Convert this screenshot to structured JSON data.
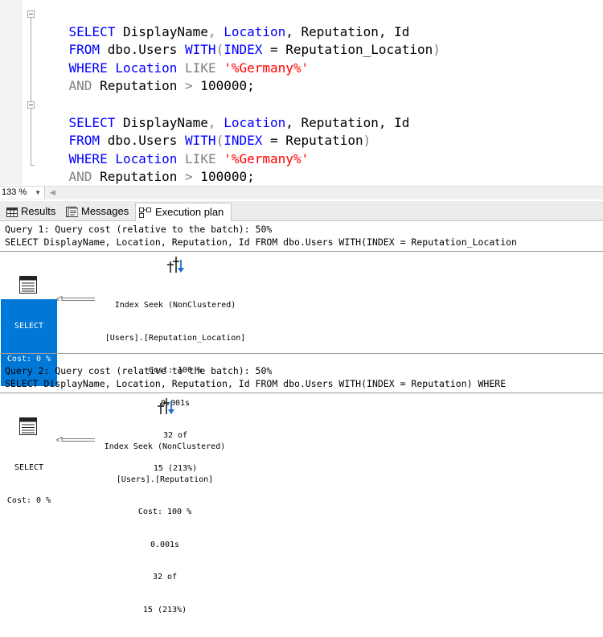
{
  "editor": {
    "query1": {
      "line1": [
        "SELECT",
        " DisplayName",
        ", ",
        "Location",
        ", Reputation, Id"
      ],
      "line2": [
        "FROM",
        " dbo.Users ",
        "WITH",
        "(",
        "INDEX",
        " = Reputation_Location",
        ")"
      ],
      "line3": [
        "WHERE",
        " ",
        "Location",
        " ",
        "LIKE",
        " ",
        "'%Germany%'"
      ],
      "line4": [
        "AND",
        " Reputation ",
        ">",
        " 100000;"
      ]
    },
    "query2": {
      "line1": [
        "SELECT",
        " DisplayName",
        ", ",
        "Location",
        ", Reputation, Id"
      ],
      "line2": [
        "FROM",
        " dbo.Users ",
        "WITH",
        "(",
        "INDEX",
        " = Reputation",
        ")"
      ],
      "line3": [
        "WHERE",
        " ",
        "Location",
        " ",
        "LIKE",
        " ",
        "'%Germany%'"
      ],
      "line4": [
        "AND",
        " Reputation ",
        ">",
        " 100000;"
      ]
    }
  },
  "zoom": {
    "level": "133 %"
  },
  "tabs": [
    {
      "label": "Results",
      "icon": "grid-icon"
    },
    {
      "label": "Messages",
      "icon": "messages-icon"
    },
    {
      "label": "Execution plan",
      "icon": "execution-plan-icon",
      "active": true
    }
  ],
  "plans": [
    {
      "cost_line": "Query 1: Query cost (relative to the batch): 50%",
      "sql_line": "SELECT DisplayName, Location, Reputation, Id FROM dbo.Users WITH(INDEX = Reputation_Location",
      "select_node": {
        "title": "SELECT",
        "cost": "Cost: 0 %",
        "selected": true
      },
      "seek_node": {
        "title": "Index Seek (NonClustered)",
        "object": "[Users].[Reputation_Location]",
        "cost": "Cost: 100 %",
        "time": "0.001s",
        "rows_actual": "32 of",
        "rows_estimated": "15 (213%)"
      }
    },
    {
      "cost_line": "Query 2: Query cost (relative to the batch): 50%",
      "sql_line": "SELECT DisplayName, Location, Reputation, Id FROM dbo.Users WITH(INDEX = Reputation) WHERE",
      "select_node": {
        "title": "SELECT",
        "cost": "Cost: 0 %",
        "selected": false
      },
      "seek_node": {
        "title": "Index Seek (NonClustered)",
        "object": "[Users].[Reputation]",
        "cost": "Cost: 100 %",
        "time": "0.001s",
        "rows_actual": "32 of",
        "rows_estimated": "15 (213%)"
      }
    }
  ],
  "colors": {
    "keyword": "#0000ff",
    "operator": "#808080",
    "string": "#ff0000",
    "selection": "#0078d7"
  }
}
